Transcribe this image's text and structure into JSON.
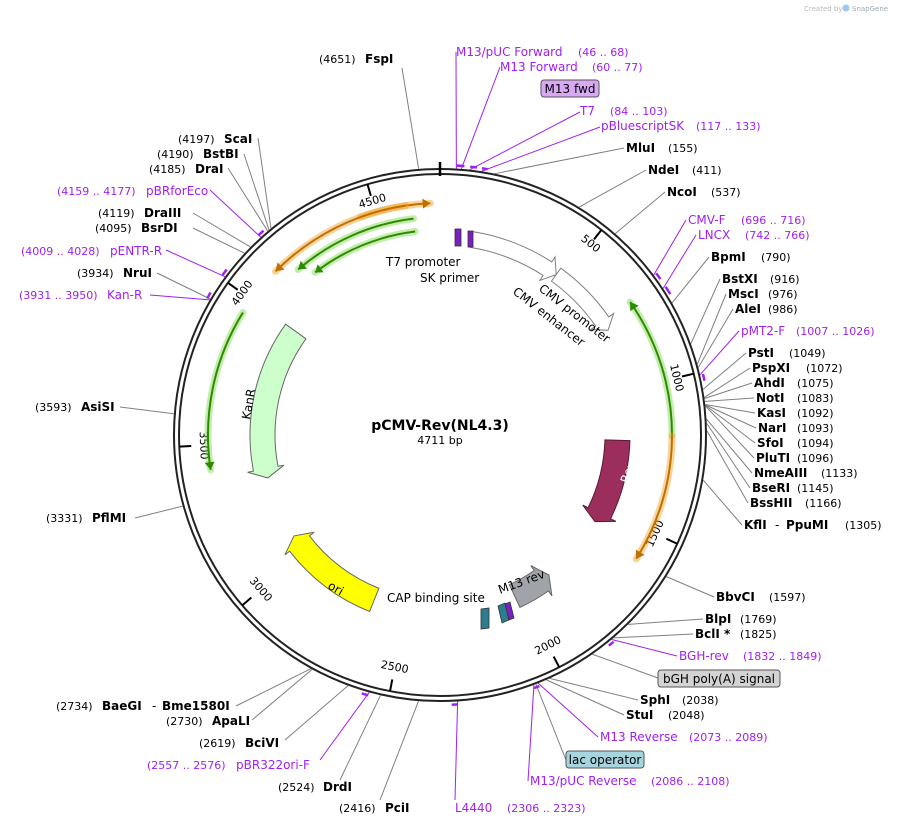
{
  "watermark": {
    "created_by": "Created by",
    "brand": "SnapGene"
  },
  "plasmid": {
    "name": "pCMV-Rev(NL4.3)",
    "length_text": "4711 bp",
    "length_bp": 4711
  },
  "ticks": [
    "500",
    "1000",
    "1500",
    "2000",
    "2500",
    "3000",
    "3500",
    "4000",
    "4500"
  ],
  "colors": {
    "site": "#000000",
    "primer": "#a020f0",
    "feature_line": "#808080",
    "kanr": "#ccffcc",
    "ori": "#ffff00",
    "rev": "#9c2e5c",
    "m13_rev_feature": "#a0a4a8",
    "lac_operator": "#a6d5e0",
    "m13_fwd_feature": "#d8a8f5",
    "bgh": "#d3d3d3",
    "promoter_outline": "#808080",
    "orange_arrow": "#f0a020",
    "green_arrow": "#2e8b00",
    "cap_box": "#2c7d8e"
  },
  "sites": {
    "fspi": {
      "pos": "(4651)",
      "name": "FspI"
    },
    "mlui": {
      "pos": "(155)",
      "name": "MluI"
    },
    "ndei": {
      "pos": "(411)",
      "name": "NdeI"
    },
    "ncoi": {
      "pos": "(537)",
      "name": "NcoI"
    },
    "bpmi": {
      "pos": "(790)",
      "name": "BpmI"
    },
    "bstxi": {
      "pos": "(916)",
      "name": "BstXI"
    },
    "msci": {
      "pos": "(976)",
      "name": "MscI"
    },
    "alei": {
      "pos": "(986)",
      "name": "AleI"
    },
    "psti": {
      "pos": "(1049)",
      "name": "PstI"
    },
    "pspxi": {
      "pos": "(1072)",
      "name": "PspXI"
    },
    "ahdi": {
      "pos": "(1075)",
      "name": "AhdI"
    },
    "noti": {
      "pos": "(1083)",
      "name": "NotI"
    },
    "kasi": {
      "pos": "(1092)",
      "name": "KasI"
    },
    "nari": {
      "pos": "(1093)",
      "name": "NarI"
    },
    "sfoi": {
      "pos": "(1094)",
      "name": "SfoI"
    },
    "pluti": {
      "pos": "(1096)",
      "name": "PluTI"
    },
    "nmeaiii": {
      "pos": "(1133)",
      "name": "NmeAIII"
    },
    "bseri": {
      "pos": "(1145)",
      "name": "BseRI"
    },
    "bsshii": {
      "pos": "(1166)",
      "name": "BssHII"
    },
    "kfli": {
      "name": "KflI",
      "dash": "-",
      "name2": "PpuMI",
      "pos": "(1305)"
    },
    "bbvci": {
      "name": "BbvCI",
      "pos": "(1597)"
    },
    "blpi": {
      "name": "BlpI",
      "pos": "(1769)"
    },
    "bcli": {
      "name": "BclI *",
      "pos": "(1825)"
    },
    "sphi": {
      "name": "SphI",
      "pos": "(2038)"
    },
    "stui": {
      "name": "StuI",
      "pos": "(2048)"
    },
    "baegi": {
      "pos": "(2734)",
      "name": "BaeGI",
      "dash": "-",
      "name2": "Bme1580I"
    },
    "apali": {
      "pos": "(2730)",
      "name": "ApaLI"
    },
    "bcivi": {
      "pos": "(2619)",
      "name": "BciVI"
    },
    "drdi": {
      "pos": "(2524)",
      "name": "DrdI"
    },
    "pcii": {
      "pos": "(2416)",
      "name": "PciI"
    },
    "pflmi": {
      "pos": "(3331)",
      "name": "PflMI"
    },
    "asisi": {
      "pos": "(3593)",
      "name": "AsiSI"
    },
    "nrui": {
      "pos": "(3934)",
      "name": "NruI"
    },
    "bsrdi": {
      "pos": "(4095)",
      "name": "BsrDI"
    },
    "draiii": {
      "pos": "(4119)",
      "name": "DraIII"
    },
    "drai": {
      "pos": "(4185)",
      "name": "DraI"
    },
    "bstbi": {
      "pos": "(4190)",
      "name": "BstBI"
    },
    "scai": {
      "pos": "(4197)",
      "name": "ScaI"
    }
  },
  "primers": {
    "m13_puc_fwd": {
      "name": "M13/pUC Forward",
      "range": "(46 .. 68)"
    },
    "m13_fwd": {
      "name": "M13 Forward",
      "range": "(60 .. 77)"
    },
    "t7": {
      "name": "T7",
      "range": "(84 .. 103)"
    },
    "pbluescriptsk": {
      "name": "pBluescriptSK",
      "range": "(117 .. 133)"
    },
    "cmv_f": {
      "name": "CMV-F",
      "range": "(696 .. 716)"
    },
    "lncx": {
      "name": "LNCX",
      "range": "(742 .. 766)"
    },
    "pmt2_f": {
      "name": "pMT2-F",
      "range": "(1007 .. 1026)"
    },
    "bgh_rev": {
      "name": "BGH-rev",
      "range": "(1832 .. 1849)"
    },
    "m13_reverse": {
      "name": "M13 Reverse",
      "range": "(2073 .. 2089)"
    },
    "m13_puc_reverse": {
      "name": "M13/pUC Reverse",
      "range": "(2086 .. 2108)"
    },
    "l4440": {
      "name": "L4440",
      "range": "(2306 .. 2323)"
    },
    "pbr322ori_f": {
      "name": "pBR322ori-F",
      "range": "(2557 .. 2576)"
    },
    "kan_r": {
      "name": "Kan-R",
      "range": "(3931 .. 3950)"
    },
    "pentr_r": {
      "name": "pENTR-R",
      "range": "(4009 .. 4028)"
    },
    "pbrforeco": {
      "name": "pBRforEco",
      "range": "(4159 .. 4177)"
    }
  },
  "features": {
    "m13_fwd_box": "M13 fwd",
    "bgh_polya": "bGH poly(A) signal",
    "lac_operator": "lac operator",
    "t7_promoter": "T7 promoter",
    "sk_primer": "SK primer",
    "cmv_promoter": "CMV promoter",
    "cmv_enhancer": "CMV enhancer",
    "kanr": "KanR",
    "ori": "ori",
    "rev": "Rev",
    "m13_rev": "M13 rev",
    "cap_binding_site": "CAP binding site"
  }
}
